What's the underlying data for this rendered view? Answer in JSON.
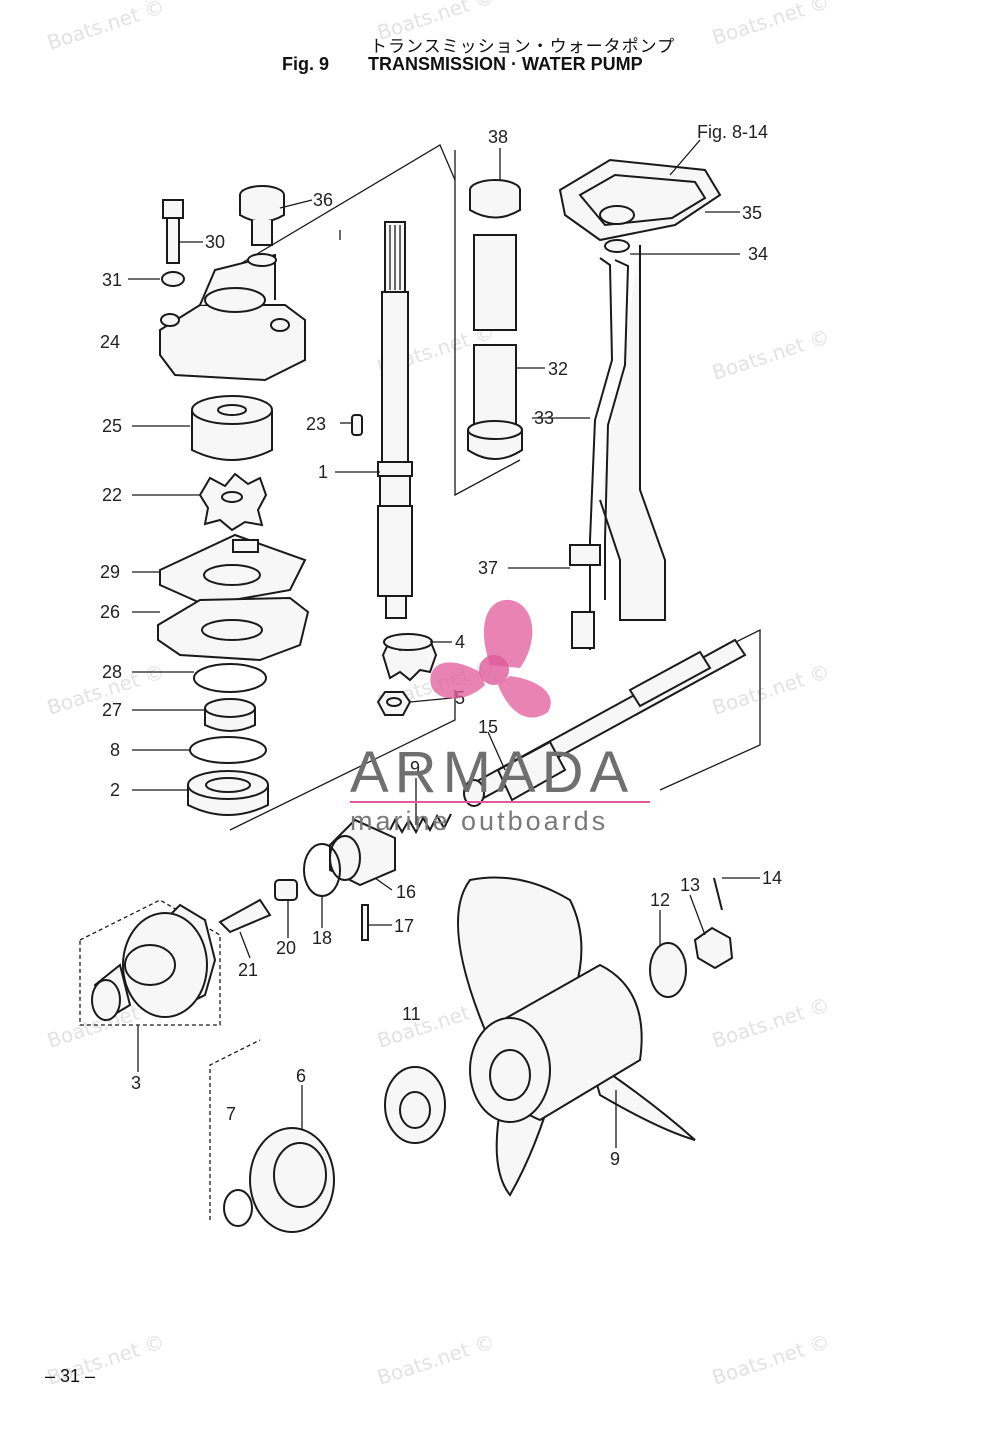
{
  "header": {
    "title_jp": "トランスミッション・ウォータポンプ",
    "fig_label": "Fig. 9",
    "title_en": "TRANSMISSION · WATER PUMP"
  },
  "reference": "Fig. 8-14",
  "callouts": [
    "38",
    "36",
    "30",
    "31",
    "24",
    "25",
    "23",
    "22",
    "29",
    "26",
    "28",
    "27",
    "8",
    "2",
    "1",
    "32",
    "33",
    "35",
    "34",
    "37",
    "4",
    "5",
    "15",
    "9",
    "16",
    "17",
    "18",
    "20",
    "21",
    "3",
    "6",
    "7",
    "11",
    "12",
    "13",
    "14",
    "9"
  ],
  "watermark": "Boats.net ©",
  "brand": {
    "name": "ARMADA",
    "tagline": "marine outboards",
    "accent": "#e05a9b"
  },
  "footer": {
    "page": "– 31 –"
  }
}
